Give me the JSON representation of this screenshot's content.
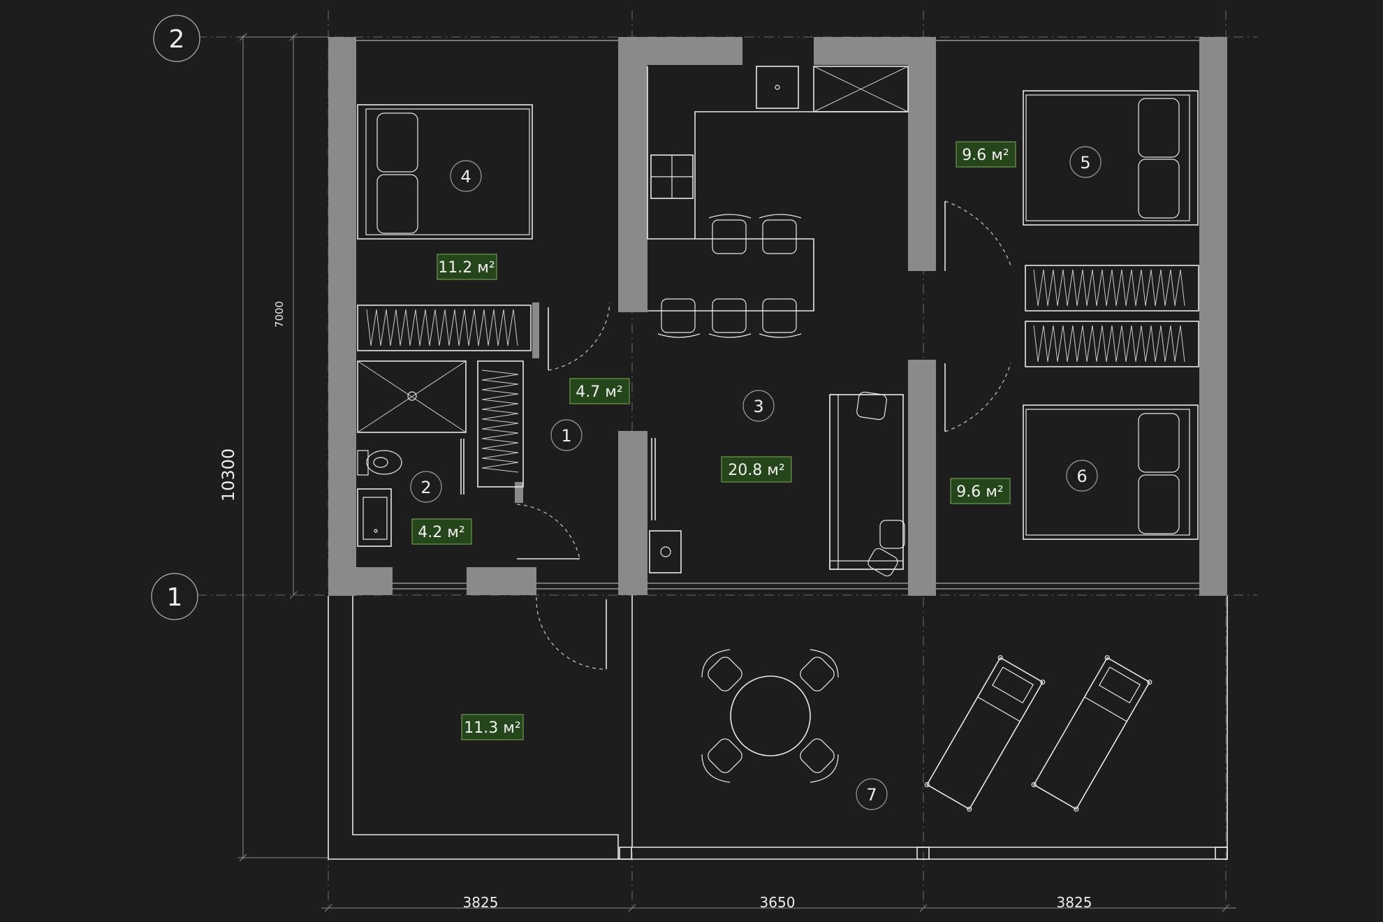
{
  "axes": [
    {
      "id": "axis-2",
      "label": "2"
    },
    {
      "id": "axis-1",
      "label": "1"
    }
  ],
  "dimensions": {
    "overall_height": "10300",
    "inner_height": "7000",
    "bottom": [
      "3825",
      "3650",
      "3825"
    ]
  },
  "rooms": [
    {
      "id": "room-1",
      "number": "1",
      "area": "4.7 м²"
    },
    {
      "id": "room-2",
      "number": "2",
      "area": "4.2 м²"
    },
    {
      "id": "room-3",
      "number": "3",
      "area": "20.8 м²"
    },
    {
      "id": "room-4",
      "number": "4",
      "area": "11.2 м²"
    },
    {
      "id": "room-5",
      "number": "5",
      "area": "9.6 м²"
    },
    {
      "id": "room-6",
      "number": "6",
      "area": "9.6 м²"
    },
    {
      "id": "room-7",
      "number": "7",
      "area": "11.3 м²"
    }
  ],
  "colors": {
    "background": "#1d1d1d",
    "wall": "#8a8a8a",
    "line": "#e9e9e9",
    "area_box": "#25451a",
    "area_box_border": "#6f9a52"
  }
}
